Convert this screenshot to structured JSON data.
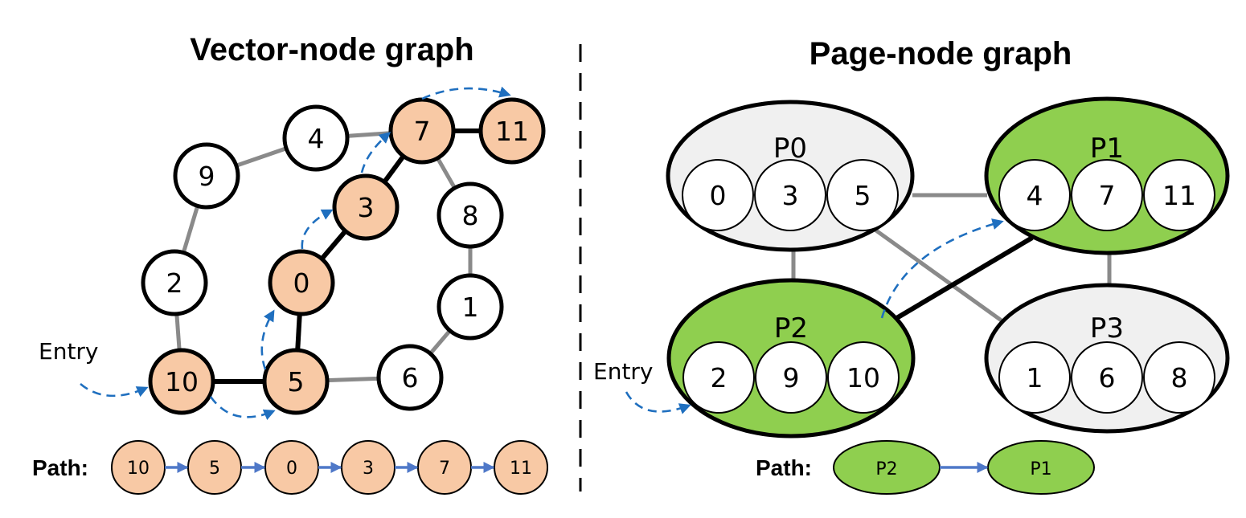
{
  "colors": {
    "visited_vector": "#f8c9a5",
    "visited_page": "#8fcf4f",
    "page_default": "#f0f0f0",
    "edge_gray": "#8a8a8a",
    "arrow_blue": "#1f6fbf",
    "path_arrow": "#4f78c8"
  },
  "left": {
    "title": "Vector-node graph",
    "entry_label": "Entry",
    "path_label": "Path:",
    "nodes": [
      {
        "id": "0",
        "visited": true
      },
      {
        "id": "1",
        "visited": false
      },
      {
        "id": "2",
        "visited": false
      },
      {
        "id": "3",
        "visited": true
      },
      {
        "id": "4",
        "visited": false
      },
      {
        "id": "5",
        "visited": true
      },
      {
        "id": "6",
        "visited": false
      },
      {
        "id": "7",
        "visited": true
      },
      {
        "id": "8",
        "visited": false
      },
      {
        "id": "9",
        "visited": false
      },
      {
        "id": "10",
        "visited": true
      },
      {
        "id": "11",
        "visited": true
      }
    ],
    "edges": [
      {
        "from": "10",
        "to": "5",
        "on_path": true
      },
      {
        "from": "5",
        "to": "0",
        "on_path": true
      },
      {
        "from": "0",
        "to": "3",
        "on_path": true
      },
      {
        "from": "3",
        "to": "7",
        "on_path": true
      },
      {
        "from": "7",
        "to": "11",
        "on_path": true
      },
      {
        "from": "10",
        "to": "2",
        "on_path": false
      },
      {
        "from": "2",
        "to": "9",
        "on_path": false
      },
      {
        "from": "9",
        "to": "4",
        "on_path": false
      },
      {
        "from": "4",
        "to": "7",
        "on_path": false
      },
      {
        "from": "7",
        "to": "8",
        "on_path": false
      },
      {
        "from": "8",
        "to": "1",
        "on_path": false
      },
      {
        "from": "1",
        "to": "6",
        "on_path": false
      },
      {
        "from": "6",
        "to": "5",
        "on_path": false
      }
    ],
    "path": [
      "10",
      "5",
      "0",
      "3",
      "7",
      "11"
    ]
  },
  "right": {
    "title": "Page-node graph",
    "entry_label": "Entry",
    "path_label": "Path:",
    "pages": [
      {
        "id": "P0",
        "visited": false,
        "members": [
          "0",
          "3",
          "5"
        ]
      },
      {
        "id": "P1",
        "visited": true,
        "members": [
          "4",
          "7",
          "11"
        ]
      },
      {
        "id": "P2",
        "visited": true,
        "members": [
          "2",
          "9",
          "10"
        ]
      },
      {
        "id": "P3",
        "visited": false,
        "members": [
          "1",
          "6",
          "8"
        ]
      }
    ],
    "edges": [
      {
        "from": "P0",
        "to": "P1",
        "on_path": false
      },
      {
        "from": "P0",
        "to": "P2",
        "on_path": false
      },
      {
        "from": "P0",
        "to": "P3",
        "on_path": false
      },
      {
        "from": "P1",
        "to": "P3",
        "on_path": false
      },
      {
        "from": "P2",
        "to": "P1",
        "on_path": true
      }
    ],
    "path": [
      "P2",
      "P1"
    ]
  }
}
